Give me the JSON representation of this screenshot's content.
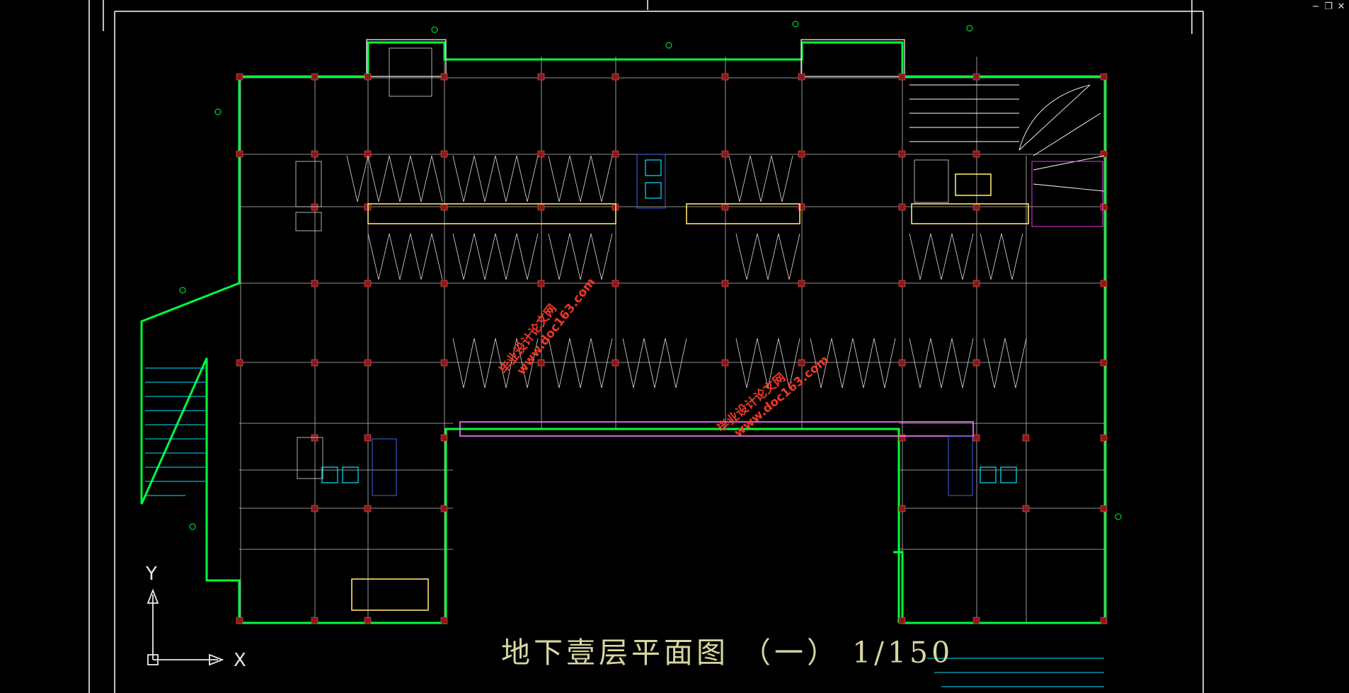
{
  "window_controls": {
    "minimize": "−",
    "restore": "❐",
    "close": "✕"
  },
  "drawing": {
    "title": "地下壹层平面图 （一） 1/150",
    "background": "#000000",
    "frame_color": "#ffffff",
    "wall_color": "#00ff3c",
    "column_color": "#8a1a1a",
    "parking_color": "#dcdcdc",
    "duct_color": "#ffe26a",
    "ramp_color": "#00e5ff",
    "accent_magenta": "#ff40ff"
  },
  "watermarks": [
    {
      "line1": "毕业设计论文网",
      "line2": "www.doc163.com"
    },
    {
      "line1": "毕业设计论文网",
      "line2": "www.doc163.com"
    }
  ],
  "ucs": {
    "x_label": "X",
    "y_label": "Y"
  },
  "icons": {
    "minimize": "minimize-icon",
    "restore": "restore-icon",
    "close": "close-icon"
  }
}
